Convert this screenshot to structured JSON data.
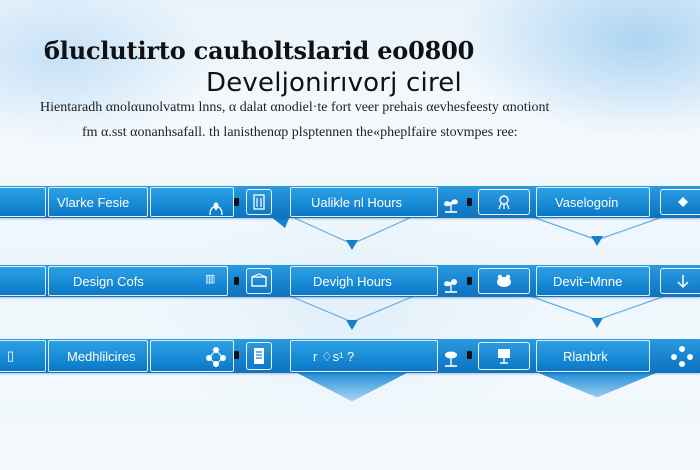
{
  "header": {
    "title_line1": "бluclutirto cauholtslarid eo0800",
    "title_line2": "Develjonirıvorj cirel",
    "subtitle_line1": "Hientaradh αnolαunolvatmı lnns, α dalat αnodiel·te fort veer prehais αevhesfeesty αnotiont",
    "subtitle_line2": "fm α.sst αonanhsafall. th lanisthenαp plsptennen the«pheplfaire stovmpes ree:"
  },
  "rows": [
    {
      "cells": [
        {
          "label": "Vlarke Fesie"
        },
        {
          "label": "Ualikle nl Hours"
        },
        {
          "label": "Vaselogoin"
        }
      ]
    },
    {
      "cells": [
        {
          "label": "Design Cofs"
        },
        {
          "label": "Devigh Hours"
        },
        {
          "label": "Devit–Mnne"
        }
      ]
    },
    {
      "cells": [
        {
          "label": "Medhlilcires"
        },
        {
          "label": "r ♢s¹ ?"
        },
        {
          "label": "Rlanbrk"
        }
      ]
    }
  ],
  "icons": {
    "r1": [
      "flag-icon",
      "plant-icon",
      "building-icon",
      "plant-icon",
      "chart-icon",
      "plant-icon",
      "bookmark-icon"
    ],
    "r2": [
      "chart-icon",
      "house-icon",
      "plant-icon",
      "plant-icon",
      "frog-icon",
      "plant-icon",
      "chevron-right-icon"
    ],
    "r3": [
      "flag-icon",
      "network-icon",
      "document-icon",
      "plant-icon",
      "chart-icon",
      "network-icon",
      "network-icon"
    ]
  },
  "colors": {
    "band_blue": "#1783cf",
    "band_light": "#2ea0e4",
    "title_text": "#111111"
  }
}
